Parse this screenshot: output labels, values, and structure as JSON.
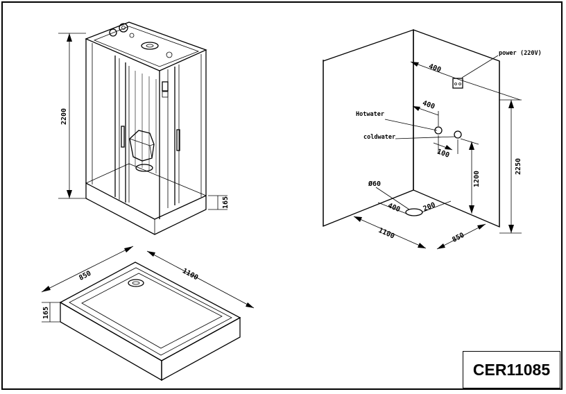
{
  "model": "CER11085",
  "cabin": {
    "height": "2200",
    "base_height": "165"
  },
  "tray": {
    "width": "850",
    "length": "1100",
    "height": "165"
  },
  "installation": {
    "power_label": "power",
    "power_spec": "(220V)",
    "power_offset": "400",
    "hot_water_label": "Hotwater",
    "hot_water_offset": "400",
    "cold_water_label": "coldwater",
    "cold_water_spacing": "100",
    "water_height": "1200",
    "wall_height": "2250",
    "drain_diameter": "Ø60",
    "drain_offset_a": "400",
    "drain_offset_b": "200",
    "floor_length": "1100",
    "floor_width": "850"
  }
}
